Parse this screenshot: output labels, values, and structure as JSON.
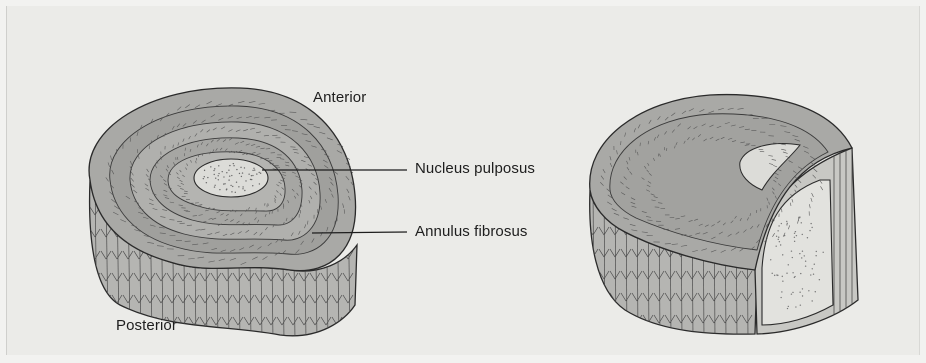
{
  "labels": {
    "anterior": "Anterior",
    "nucleus_pulposus": "Nucleus pulposus",
    "annulus_fibrosus": "Annulus fibrosus",
    "posterior": "Posterior"
  },
  "colors": {
    "background": "#ebebe8",
    "disc_outer": "#a9a9a6",
    "ring_dark": "#9c9c99",
    "ring_mid": "#b3b3b0",
    "nucleus": "#dcdcd8",
    "outline": "#2a2a2a"
  }
}
